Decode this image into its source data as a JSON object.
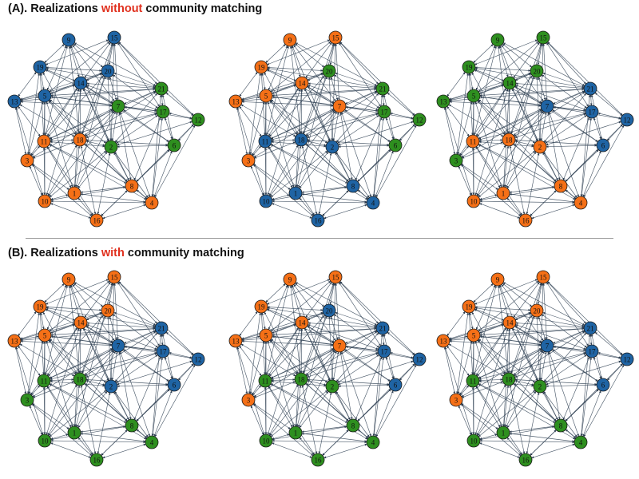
{
  "sections": [
    {
      "label": "(A).",
      "pre": "Realizations",
      "highlight": "without",
      "post": "community matching"
    },
    {
      "label": "(B).",
      "pre": "Realizations",
      "highlight": "with",
      "post": "community matching"
    }
  ],
  "colors": {
    "orange": "#f57017",
    "blue": "#1f64a4",
    "green": "#2e8f1f",
    "edge": "#2e3f52",
    "highlight": "#e0301e",
    "divider": "#9a9a9a"
  },
  "nodes": [
    "1",
    "2",
    "3",
    "4",
    "5",
    "6",
    "7",
    "8",
    "9",
    "10",
    "11",
    "12",
    "13",
    "14",
    "15",
    "16",
    "17",
    "18",
    "19",
    "20",
    "21"
  ],
  "panels": [
    {
      "section": "A",
      "communities": {
        "1": "orange",
        "2": "green",
        "3": "orange",
        "4": "orange",
        "5": "blue",
        "6": "green",
        "7": "green",
        "8": "orange",
        "9": "blue",
        "10": "orange",
        "11": "orange",
        "12": "green",
        "13": "blue",
        "14": "blue",
        "15": "blue",
        "16": "orange",
        "17": "green",
        "18": "orange",
        "19": "blue",
        "20": "blue",
        "21": "green"
      }
    },
    {
      "section": "A",
      "communities": {
        "1": "blue",
        "2": "blue",
        "3": "orange",
        "4": "blue",
        "5": "orange",
        "6": "green",
        "7": "orange",
        "8": "blue",
        "9": "orange",
        "10": "blue",
        "11": "blue",
        "12": "green",
        "13": "orange",
        "14": "orange",
        "15": "orange",
        "16": "blue",
        "17": "green",
        "18": "blue",
        "19": "orange",
        "20": "green",
        "21": "green"
      }
    },
    {
      "section": "A",
      "communities": {
        "1": "orange",
        "2": "orange",
        "3": "green",
        "4": "orange",
        "5": "green",
        "6": "blue",
        "7": "blue",
        "8": "orange",
        "9": "green",
        "10": "orange",
        "11": "orange",
        "12": "blue",
        "13": "green",
        "14": "green",
        "15": "green",
        "16": "orange",
        "17": "blue",
        "18": "orange",
        "19": "green",
        "20": "green",
        "21": "blue"
      }
    },
    {
      "section": "B",
      "communities": {
        "1": "green",
        "2": "blue",
        "3": "green",
        "4": "green",
        "5": "orange",
        "6": "blue",
        "7": "blue",
        "8": "green",
        "9": "orange",
        "10": "green",
        "11": "green",
        "12": "blue",
        "13": "orange",
        "14": "orange",
        "15": "orange",
        "16": "green",
        "17": "blue",
        "18": "green",
        "19": "orange",
        "20": "orange",
        "21": "blue"
      }
    },
    {
      "section": "B",
      "communities": {
        "1": "green",
        "2": "green",
        "3": "orange",
        "4": "green",
        "5": "orange",
        "6": "blue",
        "7": "orange",
        "8": "green",
        "9": "orange",
        "10": "green",
        "11": "green",
        "12": "blue",
        "13": "orange",
        "14": "orange",
        "15": "orange",
        "16": "green",
        "17": "blue",
        "18": "green",
        "19": "orange",
        "20": "blue",
        "21": "blue"
      }
    },
    {
      "section": "B",
      "communities": {
        "1": "green",
        "2": "green",
        "3": "orange",
        "4": "green",
        "5": "orange",
        "6": "blue",
        "7": "blue",
        "8": "green",
        "9": "orange",
        "10": "green",
        "11": "green",
        "12": "blue",
        "13": "orange",
        "14": "orange",
        "15": "orange",
        "16": "green",
        "17": "blue",
        "18": "green",
        "19": "orange",
        "20": "orange",
        "21": "blue"
      }
    }
  ],
  "edges": [
    [
      "19",
      "9"
    ],
    [
      "19",
      "14"
    ],
    [
      "19",
      "13"
    ],
    [
      "19",
      "5"
    ],
    [
      "19",
      "20"
    ],
    [
      "19",
      "18"
    ],
    [
      "19",
      "11"
    ],
    [
      "19",
      "15"
    ],
    [
      "19",
      "3"
    ],
    [
      "19",
      "21"
    ],
    [
      "19",
      "7"
    ],
    [
      "9",
      "14"
    ],
    [
      "9",
      "20"
    ],
    [
      "9",
      "5"
    ],
    [
      "9",
      "18"
    ],
    [
      "9",
      "21"
    ],
    [
      "9",
      "7"
    ],
    [
      "9",
      "11"
    ],
    [
      "9",
      "2"
    ],
    [
      "15",
      "20"
    ],
    [
      "15",
      "14"
    ],
    [
      "15",
      "21"
    ],
    [
      "15",
      "7"
    ],
    [
      "15",
      "17"
    ],
    [
      "15",
      "18"
    ],
    [
      "15",
      "2"
    ],
    [
      "15",
      "5"
    ],
    [
      "15",
      "1"
    ],
    [
      "15",
      "12"
    ],
    [
      "20",
      "14"
    ],
    [
      "20",
      "21"
    ],
    [
      "20",
      "7"
    ],
    [
      "20",
      "17"
    ],
    [
      "20",
      "5"
    ],
    [
      "20",
      "18"
    ],
    [
      "20",
      "13"
    ],
    [
      "20",
      "2"
    ],
    [
      "20",
      "11"
    ],
    [
      "14",
      "13"
    ],
    [
      "14",
      "5"
    ],
    [
      "14",
      "21"
    ],
    [
      "14",
      "7"
    ],
    [
      "14",
      "17"
    ],
    [
      "14",
      "18"
    ],
    [
      "14",
      "11"
    ],
    [
      "14",
      "2"
    ],
    [
      "14",
      "3"
    ],
    [
      "14",
      "8"
    ],
    [
      "14",
      "10"
    ],
    [
      "14",
      "1"
    ],
    [
      "14",
      "6"
    ],
    [
      "13",
      "5"
    ],
    [
      "13",
      "11"
    ],
    [
      "13",
      "3"
    ],
    [
      "13",
      "18"
    ],
    [
      "13",
      "7"
    ],
    [
      "13",
      "10"
    ],
    [
      "13",
      "21"
    ],
    [
      "5",
      "11"
    ],
    [
      "5",
      "18"
    ],
    [
      "5",
      "7"
    ],
    [
      "5",
      "21"
    ],
    [
      "5",
      "3"
    ],
    [
      "5",
      "10"
    ],
    [
      "5",
      "2"
    ],
    [
      "5",
      "1"
    ],
    [
      "5",
      "8"
    ],
    [
      "5",
      "17"
    ],
    [
      "21",
      "12"
    ],
    [
      "21",
      "7"
    ],
    [
      "21",
      "17"
    ],
    [
      "21",
      "6"
    ],
    [
      "21",
      "18"
    ],
    [
      "21",
      "2"
    ],
    [
      "21",
      "11"
    ],
    [
      "21",
      "4"
    ],
    [
      "7",
      "17"
    ],
    [
      "7",
      "12"
    ],
    [
      "7",
      "18"
    ],
    [
      "7",
      "2"
    ],
    [
      "7",
      "11"
    ],
    [
      "7",
      "6"
    ],
    [
      "7",
      "8"
    ],
    [
      "7",
      "1"
    ],
    [
      "7",
      "4"
    ],
    [
      "7",
      "10"
    ],
    [
      "7",
      "3"
    ],
    [
      "17",
      "12"
    ],
    [
      "17",
      "6"
    ],
    [
      "17",
      "2"
    ],
    [
      "17",
      "18"
    ],
    [
      "17",
      "4"
    ],
    [
      "17",
      "8"
    ],
    [
      "17",
      "11"
    ],
    [
      "12",
      "6"
    ],
    [
      "12",
      "4"
    ],
    [
      "12",
      "8"
    ],
    [
      "12",
      "2"
    ],
    [
      "11",
      "18"
    ],
    [
      "11",
      "3"
    ],
    [
      "11",
      "2"
    ],
    [
      "11",
      "10"
    ],
    [
      "11",
      "1"
    ],
    [
      "11",
      "8"
    ],
    [
      "11",
      "16"
    ],
    [
      "11",
      "4"
    ],
    [
      "18",
      "2"
    ],
    [
      "18",
      "3"
    ],
    [
      "18",
      "10"
    ],
    [
      "18",
      "1"
    ],
    [
      "18",
      "8"
    ],
    [
      "18",
      "16"
    ],
    [
      "18",
      "4"
    ],
    [
      "18",
      "6"
    ],
    [
      "2",
      "6"
    ],
    [
      "2",
      "8"
    ],
    [
      "2",
      "1"
    ],
    [
      "2",
      "4"
    ],
    [
      "2",
      "16"
    ],
    [
      "2",
      "10"
    ],
    [
      "6",
      "8"
    ],
    [
      "6",
      "4"
    ],
    [
      "6",
      "16"
    ],
    [
      "3",
      "10"
    ],
    [
      "3",
      "1"
    ],
    [
      "3",
      "16"
    ],
    [
      "10",
      "1"
    ],
    [
      "10",
      "16"
    ],
    [
      "10",
      "8"
    ],
    [
      "10",
      "4"
    ],
    [
      "1",
      "8"
    ],
    [
      "1",
      "16"
    ],
    [
      "1",
      "4"
    ],
    [
      "8",
      "4"
    ],
    [
      "8",
      "16"
    ],
    [
      "16",
      "4"
    ]
  ]
}
